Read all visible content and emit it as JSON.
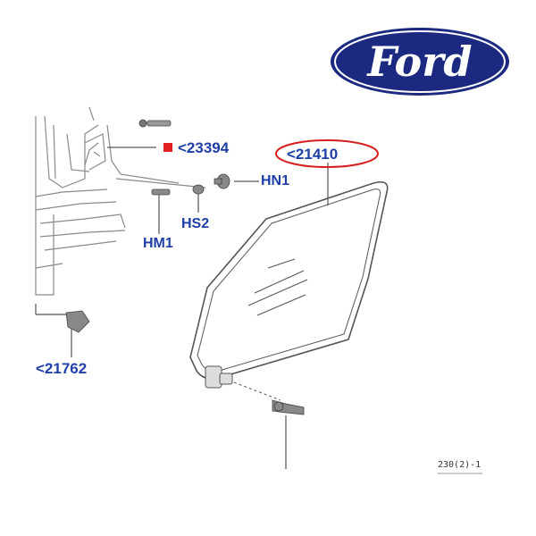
{
  "brand": {
    "logo_text": "Ford",
    "oval_color": "#1b2a80",
    "text_color": "#ffffff"
  },
  "diagram": {
    "part_labels": {
      "part_23394": "<23394",
      "part_21410": "<21410",
      "hn1": "HN1",
      "hs2": "HS2",
      "hm1": "HM1",
      "part_21762": "<21762"
    },
    "reference_code": "230(2)-1",
    "highlighted_part": "<21410",
    "label_color": "#1f3fa8",
    "highlight_color": "#d61f1f",
    "marker_color": "#e02020",
    "line_color": "#555555"
  }
}
